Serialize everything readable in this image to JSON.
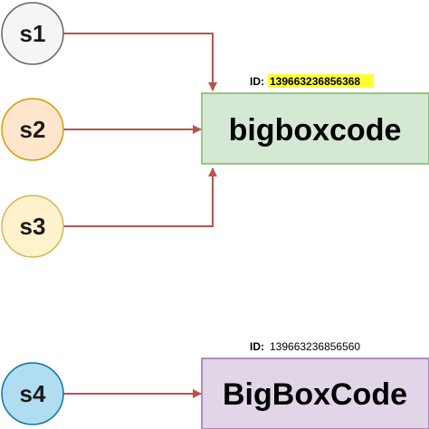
{
  "nodes": {
    "s1": {
      "label": "s1",
      "fill": "#f5f5f5",
      "stroke": "#666666"
    },
    "s2": {
      "label": "s2",
      "fill": "#ffe6cc",
      "stroke": "#d79b00"
    },
    "s3": {
      "label": "s3",
      "fill": "#fff2cc",
      "stroke": "#d6b656"
    },
    "s4": {
      "label": "s4",
      "fill": "#b1ddf0",
      "stroke": "#10739e"
    }
  },
  "boxes": {
    "top": {
      "label": "bigboxcode",
      "id_prefix": "ID:",
      "id_value": "139663236856368",
      "id_highlight": "#ffff33",
      "fill": "#d5e8d4",
      "stroke": "#82b366"
    },
    "bottom": {
      "label": "BigBoxCode",
      "id_prefix": "ID:",
      "id_value": "139663236856560",
      "fill": "#e1d5e7",
      "stroke": "#9673a6"
    }
  },
  "arrow_color": "#b85450"
}
